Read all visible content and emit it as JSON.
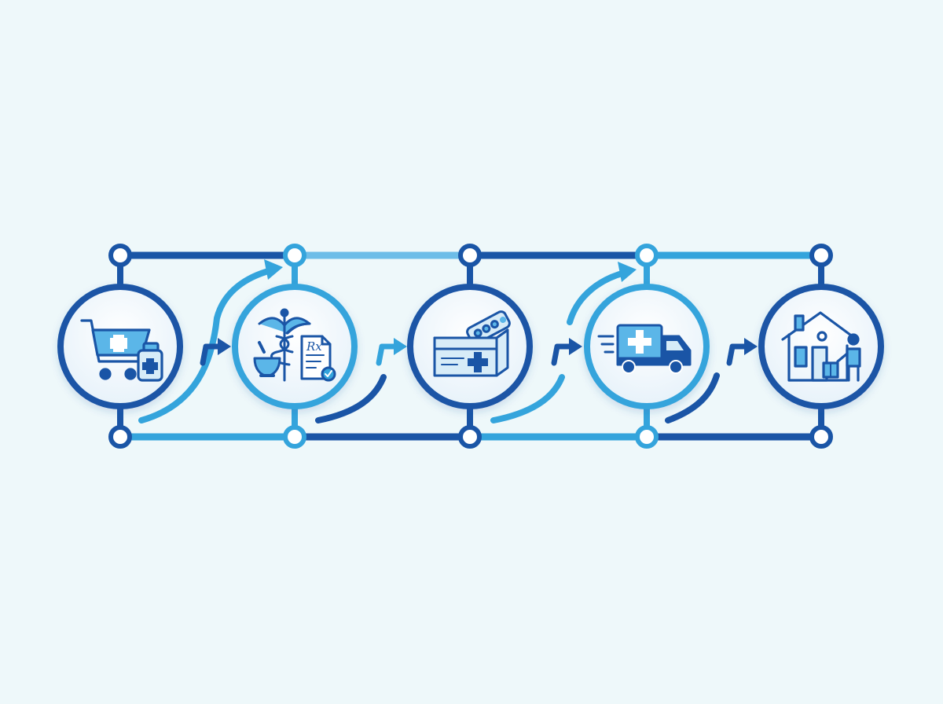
{
  "colors": {
    "background": "#eef8fa",
    "navy": "#1a55a6",
    "sky": "#34a4dc",
    "icon_fill": "#5bb6e8",
    "icon_light": "#d7ecf8",
    "node_fill": "#ffffff",
    "circle_fill": "#f4f9fd"
  },
  "steps": [
    {
      "id": "order",
      "icon": "shopping-cart-medicine-icon",
      "ring": "navy"
    },
    {
      "id": "prescription",
      "icon": "caduceus-prescription-icon",
      "ring": "sky",
      "label": "Rx"
    },
    {
      "id": "packaging",
      "icon": "medicine-box-icon",
      "ring": "navy"
    },
    {
      "id": "shipping",
      "icon": "delivery-truck-icon",
      "ring": "sky"
    },
    {
      "id": "home-delivery",
      "icon": "house-delivery-icon",
      "ring": "navy"
    }
  ],
  "rails": {
    "top": [
      "navy",
      "sky",
      "navy",
      "sky"
    ],
    "bottom": [
      "sky",
      "navy",
      "sky",
      "navy"
    ]
  }
}
